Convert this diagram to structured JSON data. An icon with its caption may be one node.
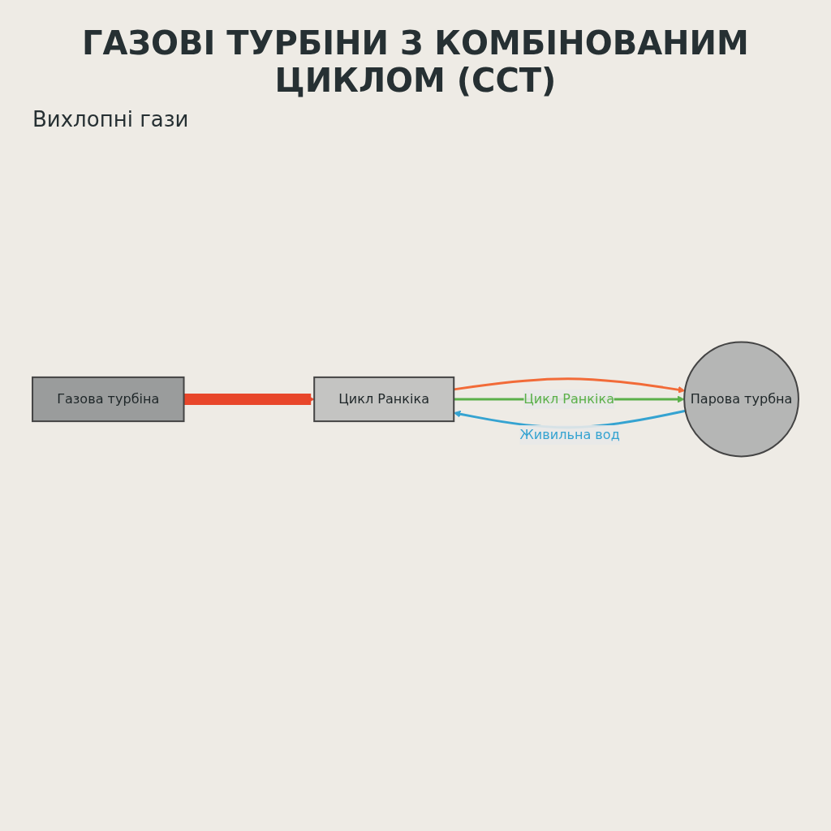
{
  "diagram": {
    "title": "ГАЗОВІ ТУРБІНИ З КОМБІНОВАНИМ ЦИКЛОМ (ССТ)",
    "nodes": [
      {
        "text": [
          "Газова турбіна"
        ]
      },
      {
        "text": [
          "Цикл Ранкіка"
        ]
      },
      {
        "text": [
          "Парова турбна"
        ]
      }
    ],
    "edges": [
      {
        "from": 0,
        "to": 1,
        "arrow": "to",
        "style": "thick",
        "color": "#e8462a"
      },
      {
        "from": 1,
        "to": 2,
        "arrow": "to",
        "color": "#f26b38"
      },
      {
        "from": 1,
        "to": 2,
        "arrow": "to",
        "label": "Цикл Ранкіка",
        "color": "#5bb04a"
      },
      {
        "from": 2,
        "to": 1,
        "arrow": "to",
        "label": "Живильна вод",
        "color": "#35a3d1"
      }
    ],
    "labels": [
      "Вихлопні гази"
    ]
  }
}
